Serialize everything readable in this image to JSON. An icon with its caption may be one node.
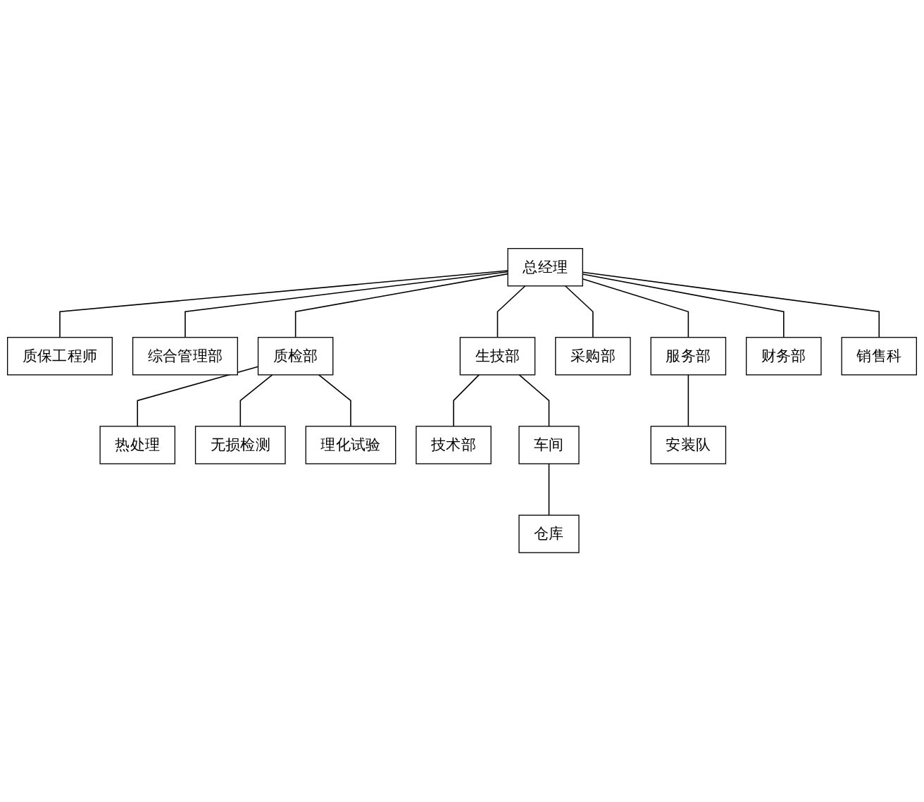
{
  "diagram": {
    "nodes": [
      {
        "text": [
          "总经理"
        ]
      },
      {
        "text": [
          "质保工程师"
        ]
      },
      {
        "text": [
          "综合管理部"
        ]
      },
      {
        "text": [
          "质检部"
        ]
      },
      {
        "text": [
          "生技部"
        ]
      },
      {
        "text": [
          "采购部"
        ]
      },
      {
        "text": [
          "服务部"
        ]
      },
      {
        "text": [
          "财务部"
        ]
      },
      {
        "text": [
          "销售科"
        ]
      },
      {
        "text": [
          "热处理"
        ]
      },
      {
        "text": [
          "无损检测"
        ]
      },
      {
        "text": [
          "理化试验"
        ]
      },
      {
        "text": [
          "技术部"
        ]
      },
      {
        "text": [
          "车间"
        ]
      },
      {
        "text": [
          "仓库"
        ]
      },
      {
        "text": [
          "安装队"
        ]
      }
    ],
    "edges": [
      {
        "from": 0,
        "to": 1,
        "arrow": "none"
      },
      {
        "from": 0,
        "to": 2,
        "arrow": "none"
      },
      {
        "from": 0,
        "to": 3,
        "arrow": "none"
      },
      {
        "from": 0,
        "to": 4,
        "arrow": "none"
      },
      {
        "from": 0,
        "to": 5,
        "arrow": "none"
      },
      {
        "from": 0,
        "to": 6,
        "arrow": "none"
      },
      {
        "from": 0,
        "to": 7,
        "arrow": "none"
      },
      {
        "from": 0,
        "to": 8,
        "arrow": "none"
      },
      {
        "from": 3,
        "to": 9,
        "arrow": "none"
      },
      {
        "from": 3,
        "to": 10,
        "arrow": "none"
      },
      {
        "from": 3,
        "to": 11,
        "arrow": "none"
      },
      {
        "from": 4,
        "to": 12,
        "arrow": "none"
      },
      {
        "from": 4,
        "to": 13,
        "arrow": "none"
      },
      {
        "from": 13,
        "to": 14,
        "arrow": "none"
      },
      {
        "from": 6,
        "to": 15,
        "arrow": "none"
      }
    ]
  }
}
